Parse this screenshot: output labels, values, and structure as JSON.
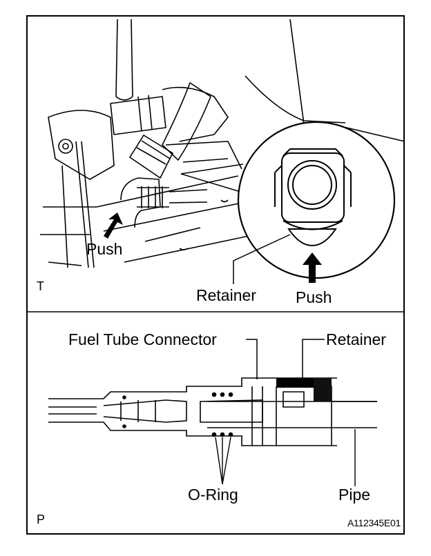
{
  "top_view": {
    "push_left": "Push",
    "push_right": "Push",
    "retainer": "Retainer",
    "panel_letter": "T"
  },
  "section_view": {
    "connector": "Fuel Tube Connector",
    "retainer": "Retainer",
    "o_ring": "O-Ring",
    "pipe": "Pipe",
    "panel_letter": "P"
  },
  "figure_code": "A112345E01"
}
